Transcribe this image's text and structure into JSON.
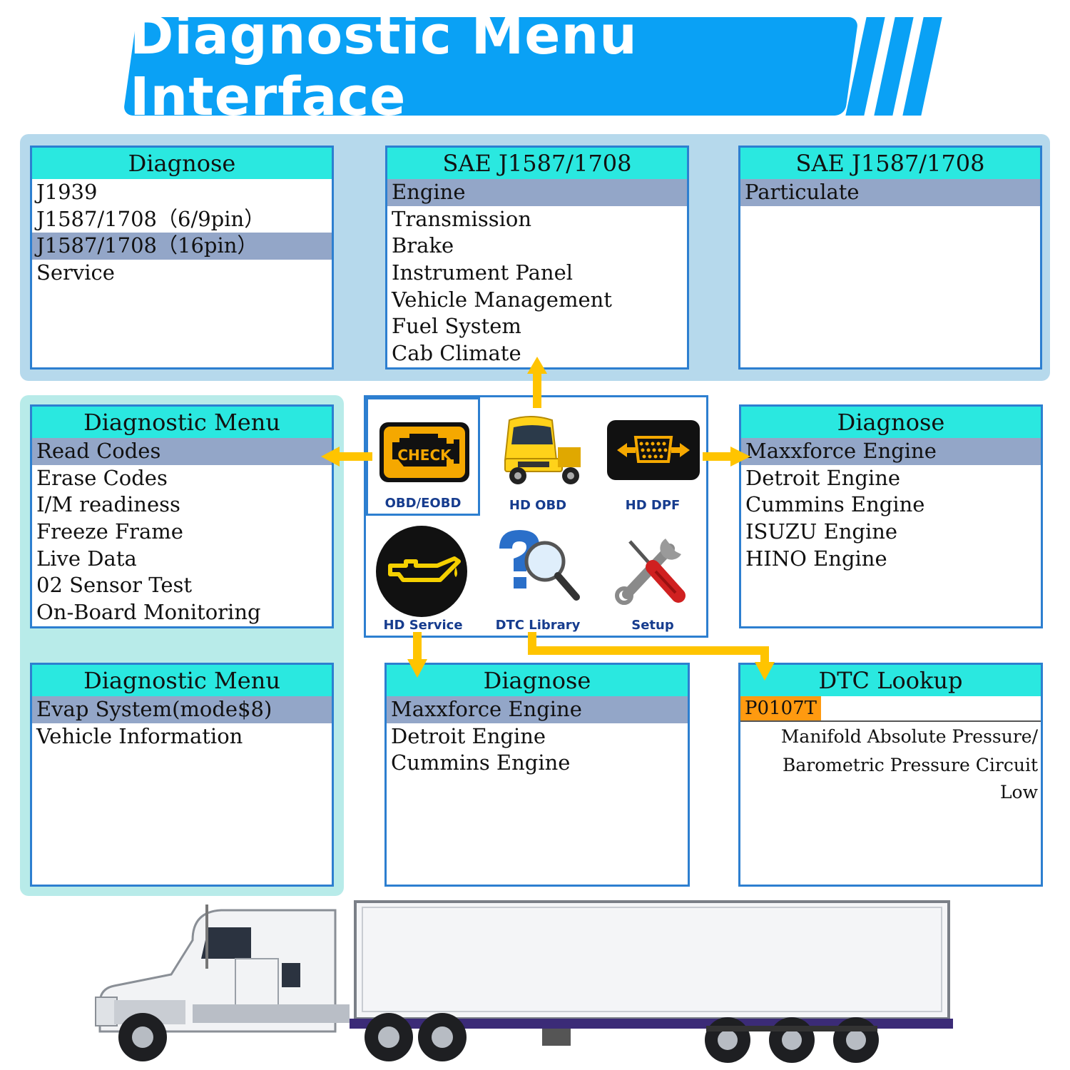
{
  "title": "Diagnostic Menu Interface",
  "colors": {
    "accent": "#0aa1f5",
    "title_bar": "#2ae8e0",
    "selected_row": "#93a6c8",
    "arrow": "#ffc400",
    "code_highlight": "#ff9a10",
    "border": "#2d7fd0"
  },
  "screens": {
    "diagnose_protocols": {
      "title": "Diagnose",
      "items": [
        "J1939",
        "J1587/1708（6/9pin）",
        "J1587/1708（16pin）",
        "Service"
      ],
      "selected_index": 2
    },
    "sae_systems": {
      "title": "SAE J1587/1708",
      "items": [
        "Engine",
        "Transmission",
        "Brake",
        "Instrument Panel",
        "Vehicle Management",
        "Fuel System",
        "Cab Climate"
      ],
      "selected_index": 0
    },
    "sae_particulate": {
      "title": "SAE J1587/1708",
      "items": [
        "Particulate"
      ],
      "selected_index": 0
    },
    "diagnostic_menu_1": {
      "title": "Diagnostic Menu",
      "items": [
        "Read Codes",
        "Erase Codes",
        "I/M readiness",
        "Freeze Frame",
        "Live Data",
        "02 Sensor Test",
        "On-Board Monitoring"
      ],
      "selected_index": 0
    },
    "diagnose_engines_right": {
      "title": "Diagnose",
      "items": [
        "Maxxforce Engine",
        "Detroit Engine",
        "Cummins Engine",
        "ISUZU Engine",
        "HINO Engine"
      ],
      "selected_index": 0
    },
    "diagnostic_menu_2": {
      "title": "Diagnostic Menu",
      "items": [
        "Evap System(mode$8)",
        "Vehicle Information"
      ],
      "selected_index": 0
    },
    "diagnose_engines_bottom": {
      "title": "Diagnose",
      "items": [
        "Maxxforce Engine",
        "Detroit Engine",
        "Cummins Engine"
      ],
      "selected_index": 0
    },
    "dtc_lookup": {
      "title": "DTC Lookup",
      "code": "P0107T",
      "description_line1": "Manifold Absolute Pressure/",
      "description_line2": "Barometric Pressure Circuit Low"
    }
  },
  "menu_icons": [
    {
      "label": "OBD/EOBD",
      "icon": "check-engine-icon",
      "selected": true
    },
    {
      "label": "HD OBD",
      "icon": "truck-icon"
    },
    {
      "label": "HD DPF",
      "icon": "obd-connector-icon"
    },
    {
      "label": "HD Service",
      "icon": "oil-can-icon"
    },
    {
      "label": "DTC Library",
      "icon": "question-magnifier-icon"
    },
    {
      "label": "Setup",
      "icon": "tools-icon"
    }
  ],
  "check_text": "CHECK"
}
